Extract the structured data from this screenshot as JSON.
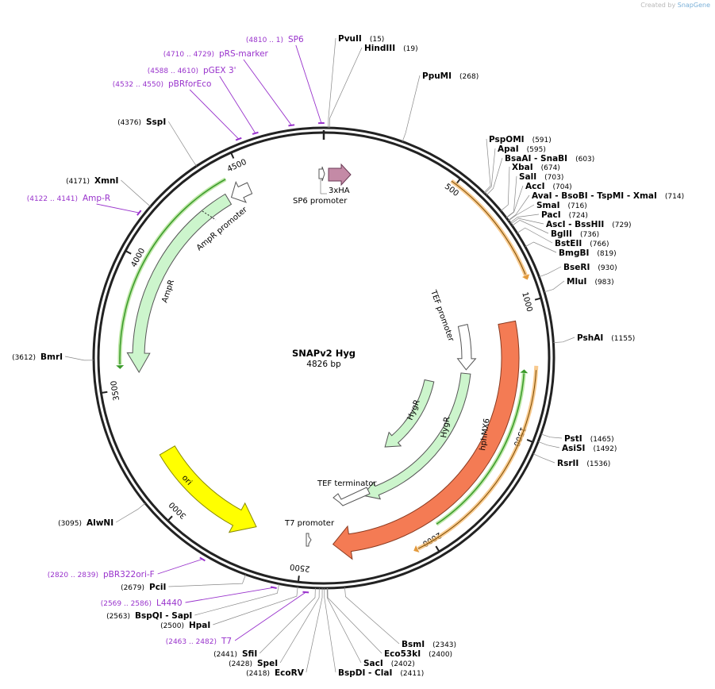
{
  "watermark": {
    "prefix": "Created by",
    "brand": "SnapGene"
  },
  "plasmid": {
    "name": "SNAPv2 Hyg",
    "length_text": "4826 bp",
    "length": 4826
  },
  "ticks": [
    {
      "pos": 500,
      "label": "500"
    },
    {
      "pos": 1000,
      "label": "1000"
    },
    {
      "pos": 1500,
      "label": "1500"
    },
    {
      "pos": 2000,
      "label": "2000"
    },
    {
      "pos": 2500,
      "label": "2500"
    },
    {
      "pos": 3000,
      "label": "3000"
    },
    {
      "pos": 3500,
      "label": "3500"
    },
    {
      "pos": 4000,
      "label": "4000"
    },
    {
      "pos": 4500,
      "label": "4500"
    }
  ],
  "enzymes": [
    {
      "name": "PvuII",
      "pos": "(15)",
      "at": 15
    },
    {
      "name": "HindIII",
      "pos": "(19)",
      "at": 19
    },
    {
      "name": "PpuMI",
      "pos": "(268)",
      "at": 268
    },
    {
      "name": "PspOMI",
      "pos": "(591)",
      "at": 591
    },
    {
      "name": "ApaI",
      "pos": "(595)",
      "at": 595
    },
    {
      "name": "BsaAI  - SnaBI",
      "pos": "(603)",
      "at": 603
    },
    {
      "name": "XbaI",
      "pos": "(674)",
      "at": 674
    },
    {
      "name": "SalI",
      "pos": "(703)",
      "at": 703
    },
    {
      "name": "AccI",
      "pos": "(704)",
      "at": 704
    },
    {
      "name": "AvaI  - BsoBI  - TspMI  - XmaI",
      "pos": "(714)",
      "at": 714
    },
    {
      "name": "SmaI",
      "pos": "(716)",
      "at": 716
    },
    {
      "name": "PacI",
      "pos": "(724)",
      "at": 724
    },
    {
      "name": "AscI  - BssHII",
      "pos": "(729)",
      "at": 729
    },
    {
      "name": "BglII",
      "pos": "(736)",
      "at": 736
    },
    {
      "name": "BstEII",
      "pos": "(766)",
      "at": 766
    },
    {
      "name": "BmgBI",
      "pos": "(819)",
      "at": 819
    },
    {
      "name": "BseRI",
      "pos": "(930)",
      "at": 930
    },
    {
      "name": "MluI",
      "pos": "(983)",
      "at": 983
    },
    {
      "name": "PshAI",
      "pos": "(1155)",
      "at": 1155
    },
    {
      "name": "PstI",
      "pos": "(1465)",
      "at": 1465
    },
    {
      "name": "AsiSI",
      "pos": "(1492)",
      "at": 1492
    },
    {
      "name": "RsrII",
      "pos": "(1536)",
      "at": 1536
    },
    {
      "name": "BsmI",
      "pos": "(2343)",
      "at": 2343
    },
    {
      "name": "Eco53kI",
      "pos": "(2400)",
      "at": 2400
    },
    {
      "name": "SacI",
      "pos": "(2402)",
      "at": 2402
    },
    {
      "name": "BspDI  - ClaI",
      "pos": "(2411)",
      "at": 2411
    },
    {
      "name": "EcoRV",
      "pos": "(2418)",
      "at": 2418
    },
    {
      "name": "SpeI",
      "pos": "(2428)",
      "at": 2428
    },
    {
      "name": "SfiI",
      "pos": "(2441)",
      "at": 2441
    },
    {
      "name": "HpaI",
      "pos": "(2500)",
      "at": 2500
    },
    {
      "name": "BspQI  - SapI",
      "pos": "(2563)",
      "at": 2563
    },
    {
      "name": "PciI",
      "pos": "(2679)",
      "at": 2679
    },
    {
      "name": "AlwNI",
      "pos": "(3095)",
      "at": 3095
    },
    {
      "name": "BmrI",
      "pos": "(3612)",
      "at": 3612
    },
    {
      "name": "XmnI",
      "pos": "(4171)",
      "at": 4171
    },
    {
      "name": "SspI",
      "pos": "(4376)",
      "at": 4376
    }
  ],
  "primers": [
    {
      "name": "SP6",
      "range": "(4810 .. 1)",
      "at": 4818
    },
    {
      "name": "pRS-marker",
      "range": "(4710 .. 4729)",
      "at": 4720
    },
    {
      "name": "pGEX 3'",
      "range": "(4588 .. 4610)",
      "at": 4599
    },
    {
      "name": "pBRforEco",
      "range": "(4532 .. 4550)",
      "at": 4541
    },
    {
      "name": "Amp-R",
      "range": "(4122 .. 4141)",
      "at": 4131
    },
    {
      "name": "pBR322ori-F",
      "range": "(2820 .. 2839)",
      "at": 2830
    },
    {
      "name": "L4440",
      "range": "(2569 .. 2586)",
      "at": 2578
    },
    {
      "name": "T7",
      "range": "(2463 .. 2482)",
      "at": 2472
    }
  ],
  "features": [
    {
      "name": "SP6 promoter"
    },
    {
      "name": "3xHA"
    },
    {
      "name": "AmpR promoter"
    },
    {
      "name": "AmpR"
    },
    {
      "name": "TEF promoter"
    },
    {
      "name": "HygR"
    },
    {
      "name": "HygR",
      "copy": 2
    },
    {
      "name": "hphMX6"
    },
    {
      "name": "TEF terminator"
    },
    {
      "name": "ori"
    },
    {
      "name": "T7 promoter"
    }
  ],
  "colors": {
    "backbone": "#222222",
    "primer": "#9933cc",
    "hph": "#f47b54",
    "hyg": "#ccf5cc",
    "ori": "#ffff00",
    "orf_orange": "#f5b86a",
    "orf_green": "#3a9a2a",
    "ha": "#c48aa6"
  }
}
